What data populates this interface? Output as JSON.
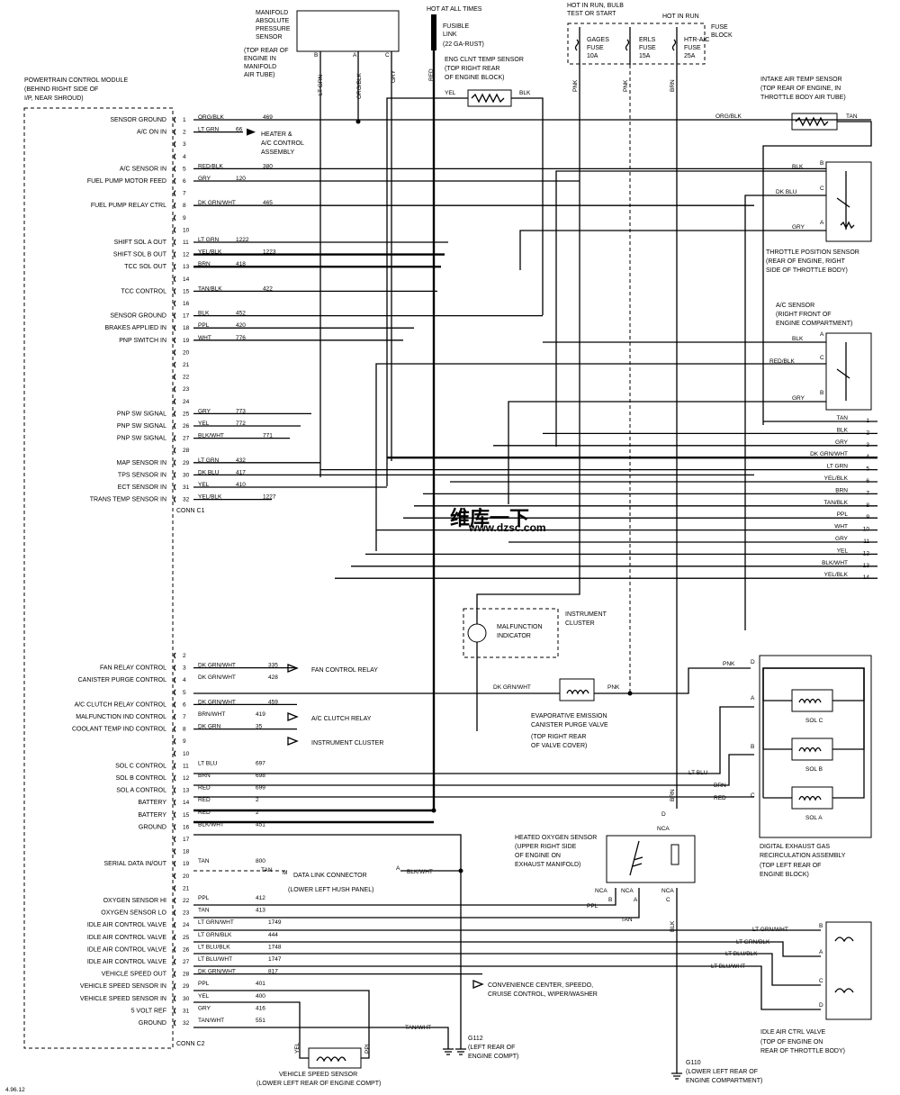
{
  "pcm": {
    "title": [
      "POWERTRAIN CONTROL MODULE",
      "(BEHIND RIGHT SIDE OF",
      "I/P, NEAR SHROUD)"
    ],
    "conn_c1": "CONN C1",
    "conn_c2": "CONN C2",
    "c1": [
      {
        "n": "1",
        "func": "SENSOR GROUND",
        "color": "ORG/BLK",
        "circuit": "469"
      },
      {
        "n": "2",
        "func": "A/C ON IN",
        "color": "LT GRN",
        "circuit": "66"
      },
      {
        "n": "3",
        "func": "",
        "color": "",
        "circuit": ""
      },
      {
        "n": "4",
        "func": "",
        "color": "",
        "circuit": ""
      },
      {
        "n": "5",
        "func": "A/C SENSOR IN",
        "color": "RED/BLK",
        "circuit": "380"
      },
      {
        "n": "6",
        "func": "FUEL PUMP MOTOR FEED",
        "color": "GRY",
        "circuit": "120"
      },
      {
        "n": "7",
        "func": "",
        "color": "",
        "circuit": ""
      },
      {
        "n": "8",
        "func": "FUEL PUMP RELAY CTRL",
        "color": "DK GRN/WHT",
        "circuit": "465"
      },
      {
        "n": "9",
        "func": "",
        "color": "",
        "circuit": ""
      },
      {
        "n": "10",
        "func": "",
        "color": "",
        "circuit": ""
      },
      {
        "n": "11",
        "func": "SHIFT SOL A OUT",
        "color": "LT GRN",
        "circuit": "1222"
      },
      {
        "n": "12",
        "func": "SHIFT SOL B OUT",
        "color": "YEL/BLK",
        "circuit": "1223"
      },
      {
        "n": "13",
        "func": "TCC SOL OUT",
        "color": "BRN",
        "circuit": "418"
      },
      {
        "n": "14",
        "func": "",
        "color": "",
        "circuit": ""
      },
      {
        "n": "15",
        "func": "TCC CONTROL",
        "color": "TAN/BLK",
        "circuit": "422"
      },
      {
        "n": "16",
        "func": "",
        "color": "",
        "circuit": ""
      },
      {
        "n": "17",
        "func": "SENSOR GROUND",
        "color": "BLK",
        "circuit": "452"
      },
      {
        "n": "18",
        "func": "BRAKES APPLIED IN",
        "color": "PPL",
        "circuit": "420"
      },
      {
        "n": "19",
        "func": "PNP SWITCH IN",
        "color": "WHT",
        "circuit": "776"
      },
      {
        "n": "20",
        "func": "",
        "color": "",
        "circuit": ""
      },
      {
        "n": "21",
        "func": "",
        "color": "",
        "circuit": ""
      },
      {
        "n": "22",
        "func": "",
        "color": "",
        "circuit": ""
      },
      {
        "n": "23",
        "func": "",
        "color": "",
        "circuit": ""
      },
      {
        "n": "24",
        "func": "",
        "color": "",
        "circuit": ""
      },
      {
        "n": "25",
        "func": "PNP SW SIGNAL",
        "color": "GRY",
        "circuit": "773"
      },
      {
        "n": "26",
        "func": "PNP SW SIGNAL",
        "color": "YEL",
        "circuit": "772"
      },
      {
        "n": "27",
        "func": "PNP SW SIGNAL",
        "color": "BLK/WHT",
        "circuit": "771"
      },
      {
        "n": "28",
        "func": "",
        "color": "",
        "circuit": ""
      },
      {
        "n": "29",
        "func": "MAP SENSOR IN",
        "color": "LT GRN",
        "circuit": "432"
      },
      {
        "n": "30",
        "func": "TPS SENSOR IN",
        "color": "DK BLU",
        "circuit": "417"
      },
      {
        "n": "31",
        "func": "ECT SENSOR IN",
        "color": "YEL",
        "circuit": "410"
      },
      {
        "n": "32",
        "func": "TRANS TEMP SENSOR IN",
        "color": "YEL/BLK",
        "circuit": "1227"
      }
    ],
    "c2": [
      {
        "n": "2",
        "func": "",
        "color": "",
        "circuit": ""
      },
      {
        "n": "3",
        "func": "FAN RELAY CONTROL",
        "color": "DK GRN/WHT",
        "circuit": "335"
      },
      {
        "n": "4",
        "func": "CANISTER PURGE CONTROL",
        "color": "DK GRN/WHT",
        "circuit": "428"
      },
      {
        "n": "5",
        "func": "",
        "color": "",
        "circuit": ""
      },
      {
        "n": "6",
        "func": "A/C CLUTCH RELAY CONTROL",
        "color": "DK GRN/WHT",
        "circuit": "459"
      },
      {
        "n": "7",
        "func": "MALFUNCTION IND CONTROL",
        "color": "BRN/WHT",
        "circuit": "419"
      },
      {
        "n": "8",
        "func": "COOLANT TEMP IND CONTROL",
        "color": "DK GRN",
        "circuit": "35"
      },
      {
        "n": "9",
        "func": "",
        "color": "",
        "circuit": ""
      },
      {
        "n": "10",
        "func": "",
        "color": "",
        "circuit": ""
      },
      {
        "n": "11",
        "func": "SOL C CONTROL",
        "color": "LT BLU",
        "circuit": "697"
      },
      {
        "n": "12",
        "func": "SOL B CONTROL",
        "color": "BRN",
        "circuit": "698"
      },
      {
        "n": "13",
        "func": "SOL A CONTROL",
        "color": "RED",
        "circuit": "699"
      },
      {
        "n": "14",
        "func": "BATTERY",
        "color": "RED",
        "circuit": "2"
      },
      {
        "n": "15",
        "func": "BATTERY",
        "color": "RED",
        "circuit": "2"
      },
      {
        "n": "16",
        "func": "GROUND",
        "color": "BLK/WHT",
        "circuit": "451"
      },
      {
        "n": "17",
        "func": "",
        "color": "",
        "circuit": ""
      },
      {
        "n": "18",
        "func": "",
        "color": "",
        "circuit": ""
      },
      {
        "n": "19",
        "func": "SERIAL DATA IN/OUT",
        "color": "TAN",
        "circuit": "800"
      },
      {
        "n": "20",
        "func": "",
        "color": "",
        "circuit": ""
      },
      {
        "n": "21",
        "func": "",
        "color": "",
        "circuit": ""
      },
      {
        "n": "22",
        "func": "OXYGEN SENSOR HI",
        "color": "PPL",
        "circuit": "412"
      },
      {
        "n": "23",
        "func": "OXYGEN SENSOR LO",
        "color": "TAN",
        "circuit": "413"
      },
      {
        "n": "24",
        "func": "IDLE AIR CONTROL VALVE",
        "color": "LT GRN/WHT",
        "circuit": "1749"
      },
      {
        "n": "25",
        "func": "IDLE AIR CONTROL VALVE",
        "color": "LT GRN/BLK",
        "circuit": "444"
      },
      {
        "n": "26",
        "func": "IDLE AIR CONTROL VALVE",
        "color": "LT BLU/BLK",
        "circuit": "1748"
      },
      {
        "n": "27",
        "func": "IDLE AIR CONTROL VALVE",
        "color": "LT BLU/WHT",
        "circuit": "1747"
      },
      {
        "n": "28",
        "func": "VEHICLE SPEED OUT",
        "color": "DK GRN/WHT",
        "circuit": "817"
      },
      {
        "n": "29",
        "func": "VEHICLE SPEED SENSOR IN",
        "color": "PPL",
        "circuit": "401"
      },
      {
        "n": "30",
        "func": "VEHICLE SPEED SENSOR IN",
        "color": "YEL",
        "circuit": "400"
      },
      {
        "n": "31",
        "func": "5 VOLT REF",
        "color": "GRY",
        "circuit": "416"
      },
      {
        "n": "32",
        "func": "GROUND",
        "color": "TAN/WHT",
        "circuit": "551"
      }
    ]
  },
  "connector_14": [
    {
      "n": "1",
      "color": "TAN"
    },
    {
      "n": "2",
      "color": "BLK"
    },
    {
      "n": "3",
      "color": "GRY"
    },
    {
      "n": "4",
      "color": "DK GRN/WHT"
    },
    {
      "n": "5",
      "color": "LT GRN"
    },
    {
      "n": "6",
      "color": "YEL/BLK"
    },
    {
      "n": "7",
      "color": "BRN"
    },
    {
      "n": "8",
      "color": "TAN/BLK"
    },
    {
      "n": "9",
      "color": "PPL"
    },
    {
      "n": "10",
      "color": "WHT"
    },
    {
      "n": "11",
      "color": "GRY"
    },
    {
      "n": "12",
      "color": "YEL"
    },
    {
      "n": "13",
      "color": "BLK/WHT"
    },
    {
      "n": "14",
      "color": "YEL/BLK"
    }
  ],
  "top": {
    "map_sensor": [
      "MANIFOLD",
      "ABSOLUTE",
      "PRESSURE",
      "SENSOR"
    ],
    "map_loc": [
      "(TOP REAR OF",
      "ENGINE IN",
      "MANIFOLD",
      "AIR TUBE)"
    ],
    "map_pins": [
      "B",
      "A",
      "C"
    ],
    "map_wires": [
      "LT GRN",
      "ORG/BLK",
      "GRY"
    ],
    "hot_all": "HOT AT ALL TIMES",
    "fusible": [
      "FUSIBLE",
      "LINK",
      "(22 GA-RUST)"
    ],
    "red": "RED",
    "ect": [
      "ENG CLNT TEMP SENSOR",
      "(TOP RIGHT REAR",
      "OF ENGINE BLOCK)"
    ],
    "ect_wires": [
      "YEL",
      "BLK"
    ],
    "hot_run_bulb": [
      "HOT IN RUN, BULB",
      "TEST OR START"
    ],
    "hot_run": "HOT IN RUN",
    "fuse_block": [
      "FUSE",
      "BLOCK"
    ],
    "fuses": [
      [
        "GAGES",
        "FUSE",
        "10A"
      ],
      [
        "ERLS",
        "FUSE",
        "15A"
      ],
      [
        "HTR-A/C",
        "FUSE",
        "25A"
      ]
    ],
    "fuse_wires": [
      "PNK",
      "PNK",
      "BRN"
    ],
    "iat": [
      "INTAKE AIR TEMP SENSOR",
      "(TOP REAR OF ENGINE, IN",
      "THROTTLE BODY AIR TUBE)"
    ],
    "iat_wires": [
      "ORG/BLK",
      "TAN"
    ]
  },
  "heater": [
    "HEATER &",
    "A/C CONTROL",
    "ASSEMBLY"
  ],
  "tps": {
    "wires": [
      "BLK",
      "DK BLU",
      "GRY"
    ],
    "pins": [
      "B",
      "C",
      "A"
    ],
    "name": [
      "THROTTLE POSITION SENSOR",
      "(REAR OF ENGINE, RIGHT",
      "SIDE OF THROTTLE BODY)"
    ]
  },
  "acs": {
    "name": [
      "A/C SENSOR",
      "(RIGHT FRONT OF",
      "ENGINE COMPARTMENT)"
    ],
    "wires": [
      "BLK",
      "RED/BLK",
      "GRY"
    ],
    "pins": [
      "A",
      "C",
      "B"
    ]
  },
  "watermark": {
    "cn": "维库一下",
    "url": "www.dzsc.com"
  },
  "ic": {
    "mil": [
      "MALFUNCTION",
      "INDICATOR"
    ],
    "cluster": [
      "INSTRUMENT",
      "CLUSTER"
    ]
  },
  "evap": {
    "name": [
      "EVAPORATIVE EMISSION",
      "CANISTER PURGE VALVE"
    ],
    "loc": [
      "(TOP RIGHT REAR",
      "OF VALVE COVER)"
    ],
    "wires": [
      "DK GRN/WHT",
      "PNK"
    ]
  },
  "dests": {
    "fan": "FAN CONTROL RELAY",
    "acc": "A/C CLUTCH RELAY",
    "ic": "INSTRUMENT CLUSTER",
    "conv": "CONVENIENCE CENTER, SPEEDO,",
    "conv2": "CRUISE CONTROL, WIPER/WASHER"
  },
  "egr": {
    "name": [
      "DIGITAL EXHAUST GAS",
      "RECIRCULATION ASSEMBLY"
    ],
    "loc": [
      "(TOP LEFT REAR OF",
      "ENGINE BLOCK)"
    ],
    "sols": [
      "SOL C",
      "SOL B",
      "SOL A"
    ],
    "pins": [
      "D",
      "A",
      "B",
      "C"
    ],
    "wires": [
      "PNK",
      "LT BLU",
      "BRN",
      "RED"
    ]
  },
  "ho2s": {
    "name": [
      "HEATED OXYGEN SENSOR",
      "(UPPER RIGHT SIDE",
      "OF ENGINE ON",
      "EXHAUST MANIFOLD)"
    ],
    "nca": "NCA",
    "pins": [
      "B",
      "A",
      "C",
      "D"
    ],
    "wires": [
      "PPL",
      "TAN",
      "BRN",
      "BLK"
    ]
  },
  "dlc": {
    "name": "DATA LINK CONNECTOR",
    "loc": "(LOWER LEFT HUSH PANEL)",
    "pin_m": "M",
    "pin_a": "A",
    "wire_tan": "TAN",
    "wire": "BLK/WHT"
  },
  "iac": {
    "name": [
      "IDLE AIR CTRL VALVE",
      "(TOP OF ENGINE ON",
      "REAR OF THROTTLE BODY)"
    ],
    "pins": [
      "B",
      "A",
      "C",
      "D"
    ],
    "wires": [
      "LT GRN/WHT",
      "LT GRN/BLK",
      "LT BLU/BLK",
      "LT BLU/WHT"
    ]
  },
  "vss": {
    "name": [
      "VEHICLE SPEED SENSOR",
      "(LOWER LEFT REAR OF ENGINE COMPT)"
    ],
    "wires": [
      "YEL",
      "PPL",
      "TAN/WHT"
    ]
  },
  "grounds": {
    "g112": [
      "G112",
      "(LEFT REAR OF",
      "ENGINE COMPT)"
    ],
    "g110": [
      "G110",
      "(LOWER LEFT REAR OF",
      "ENGINE COMPARTMENT)"
    ]
  },
  "code": "4.96.12"
}
